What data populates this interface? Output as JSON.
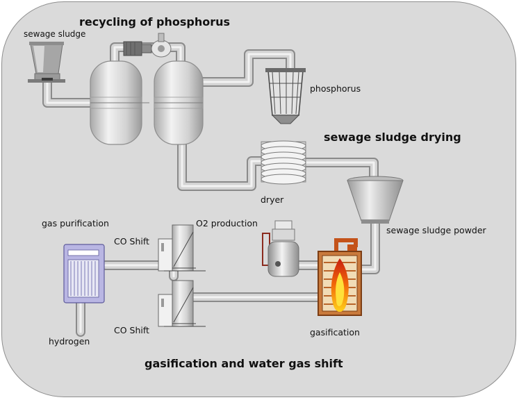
{
  "section_titles": {
    "phosphorus": "recycling of phosphorus",
    "drying": "sewage sludge drying",
    "gasification": "gasification and water gas shift"
  },
  "labels": {
    "sewage_sludge": "sewage sludge",
    "phosphorus": "phosphorus",
    "dryer": "dryer",
    "sewage_sludge_powder": "sewage sludge powder",
    "gas_purification": "gas purification",
    "co_shift_1": "CO Shift",
    "o2_production": "O2 production",
    "co_shift_2": "CO Shift",
    "hydrogen": "hydrogen",
    "gasification": "gasification"
  }
}
